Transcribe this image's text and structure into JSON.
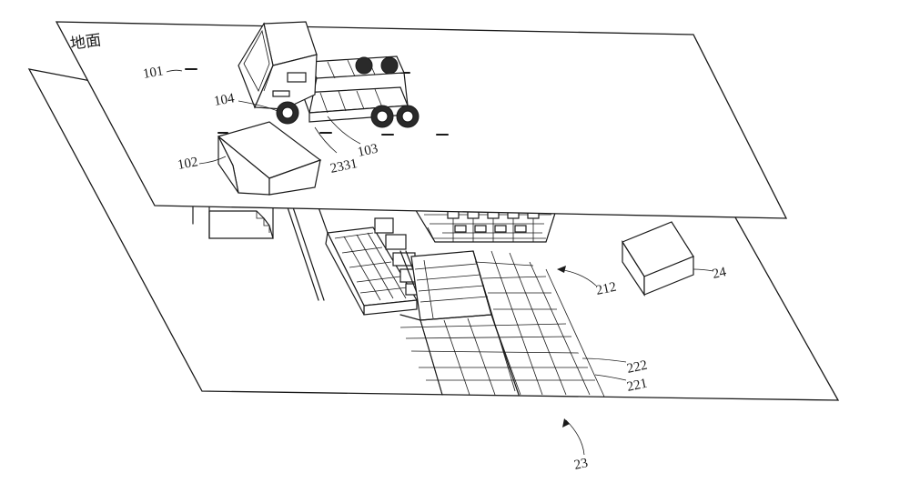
{
  "ground_label": "地面",
  "labels": {
    "l101": "101",
    "l104": "104",
    "l102": "102",
    "l2331": "2331",
    "l103": "103",
    "l212": "212",
    "l24": "24",
    "l222": "222",
    "l221": "221",
    "l23": "23"
  }
}
